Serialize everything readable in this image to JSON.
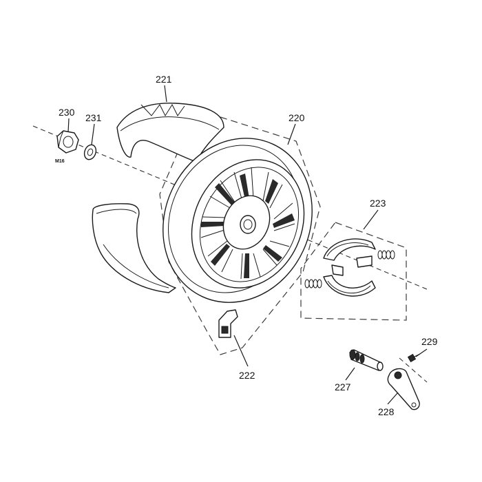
{
  "callouts": {
    "p221": "221",
    "p220": "220",
    "p230": "230",
    "p231": "231",
    "p223": "223",
    "p222": "222",
    "p229": "229",
    "p227": "227",
    "p228": "228"
  },
  "marks": {
    "nut_size": "M16"
  }
}
